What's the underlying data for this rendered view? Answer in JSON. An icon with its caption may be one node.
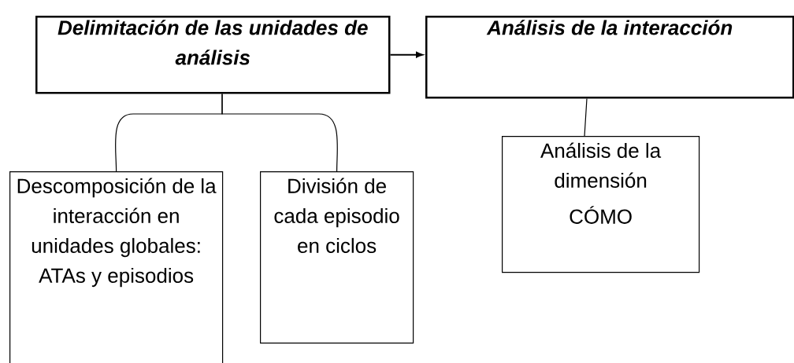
{
  "diagram": {
    "nodes": [
      {
        "text": [
          "Delimitación de las unidades de análisis"
        ]
      },
      {
        "text": [
          "Análisis de la interacción"
        ]
      },
      {
        "text": [
          "Descomposición de la interacción en unidades globales: ATAs y episodios"
        ]
      },
      {
        "text": [
          "División de cada episodio en ciclos"
        ]
      },
      {
        "text": [
          "Análisis de la dimensión",
          "CÓMO"
        ]
      }
    ],
    "edges": [
      {
        "from": 0,
        "to": 1,
        "arrow": "to"
      },
      {
        "from": 0,
        "to": 2,
        "arrow": "none"
      },
      {
        "from": 0,
        "to": 3,
        "arrow": "none"
      },
      {
        "from": 1,
        "to": 4,
        "arrow": "none"
      }
    ]
  }
}
